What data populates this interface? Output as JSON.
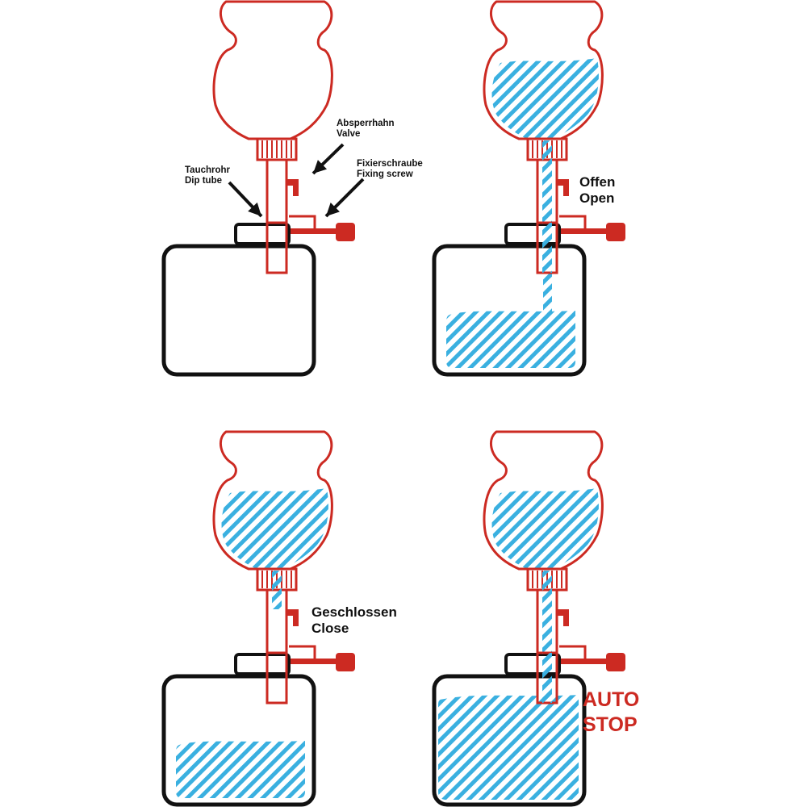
{
  "colors": {
    "bottle_red": "#cc2a22",
    "water_blue": "#3ab0e0",
    "canister_black": "#111111",
    "label_black": "#111111",
    "background": "#ffffff"
  },
  "panels": [
    {
      "id": "setup",
      "bottle_water": false,
      "tube_water": "none",
      "canister_water": "none",
      "state_label": [],
      "callouts": [
        {
          "lines": [
            "Absperrhahn",
            "Valve"
          ]
        },
        {
          "lines": [
            "Fixierschraube",
            "Fixing screw"
          ]
        },
        {
          "lines": [
            "Tauchrohr",
            "Dip tube"
          ]
        }
      ]
    },
    {
      "id": "open",
      "bottle_water": true,
      "tube_water": "full",
      "canister_water": "low",
      "state_label": [
        "Offen",
        "Open"
      ]
    },
    {
      "id": "closed",
      "bottle_water": true,
      "tube_water": "partial",
      "canister_water": "low",
      "state_label": [
        "Geschlossen",
        "Close"
      ]
    },
    {
      "id": "autostop",
      "bottle_water": true,
      "tube_water": "full",
      "canister_water": "high",
      "state_label": [
        "AUTO",
        "STOP"
      ]
    }
  ]
}
